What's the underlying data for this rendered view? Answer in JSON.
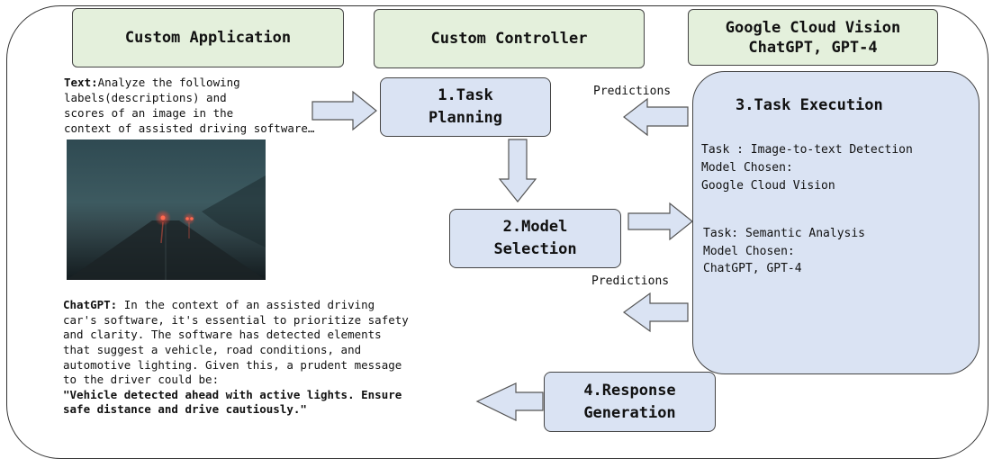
{
  "headers": {
    "custom_application": "Custom Application",
    "custom_controller": "Custom Controller",
    "google_cloud": "Google Cloud Vision\nChatGPT, GPT-4"
  },
  "steps": {
    "task_planning": "1.Task\nPlanning",
    "model_selection": "2.Model\nSelection",
    "task_execution": "3.Task Execution",
    "response_generation": "4.Response\nGeneration"
  },
  "execution": {
    "task1_label": "Task : Image-to-text Detection",
    "task1_model_label": "Model Chosen:",
    "task1_model": "Google Cloud Vision",
    "task2_label": "Task: Semantic Analysis",
    "task2_model_label": "Model Chosen:",
    "task2_model": "ChatGPT, GPT-4"
  },
  "predictions": {
    "top": "Predictions",
    "bottom": "Predictions"
  },
  "input_text": {
    "prefix": "Text:",
    "line1": "Analyze the following",
    "line2": "labels(descriptions) and",
    "line3": "scores of an image in the",
    "line4": "context of assisted driving software…"
  },
  "chatgpt": {
    "prefix": "ChatGPT:",
    "line1": " In the context of an assisted driving",
    "line2": "car's software, it's essential to prioritize safety",
    "line3": "and clarity. The software has detected elements",
    "line4": "that suggest a vehicle, road conditions, and",
    "line5": "automotive lighting. Given this, a prudent message",
    "line6": "to the driver could be:",
    "quote1": "\"Vehicle detected ahead with active lights. Ensure",
    "quote2": "safe distance and drive cautiously.\""
  },
  "colors": {
    "header_fill": "#e4f0dc",
    "step_fill": "#dae3f3",
    "border": "#444444"
  },
  "icons": {
    "photo": "foggy-road-photo",
    "arrow": "block-arrow"
  }
}
